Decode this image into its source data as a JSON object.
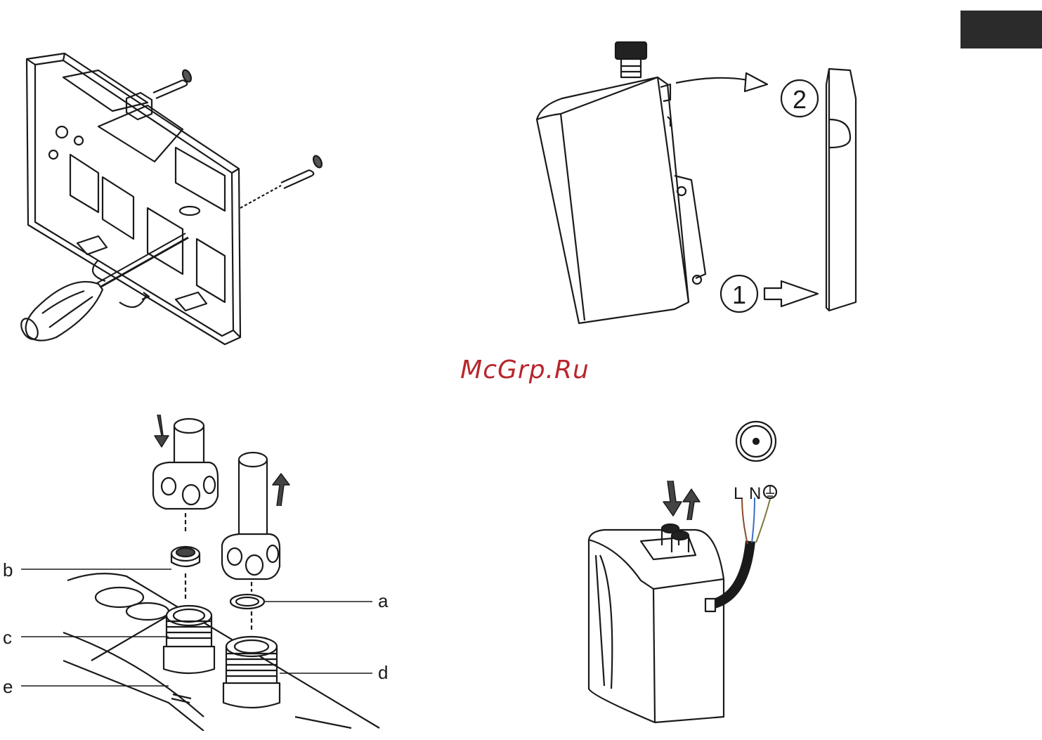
{
  "watermark": {
    "text": "McGrp.Ru",
    "color": "#b8262c"
  },
  "figure_top_right": {
    "step_labels": [
      "2",
      "1"
    ]
  },
  "figure_bottom_left": {
    "part_labels": [
      "b",
      "c",
      "e",
      "a",
      "d"
    ]
  },
  "figure_bottom_right": {
    "wire_labels": [
      "L",
      "N"
    ],
    "wire_colors": [
      "#8a4a2a",
      "#3a6fc4",
      "#7a7a3a"
    ]
  },
  "colors": {
    "line": "#1a1a1a",
    "corner_tab": "#2b2b2b"
  }
}
